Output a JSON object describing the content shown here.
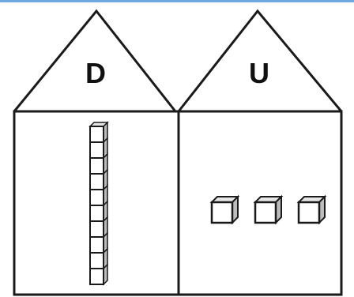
{
  "houses": [
    {
      "label": "D",
      "meaning": "tens",
      "count": 1
    },
    {
      "label": "U",
      "meaning": "units",
      "count": 3
    }
  ],
  "tens_rod_segments": 10,
  "colors": {
    "line": "#1a1a1a",
    "cube_fill": "#ffffff",
    "cube_top": "#e6e6e6",
    "cube_side": "#bdbdbd",
    "top_border": "#6fa8e0"
  }
}
